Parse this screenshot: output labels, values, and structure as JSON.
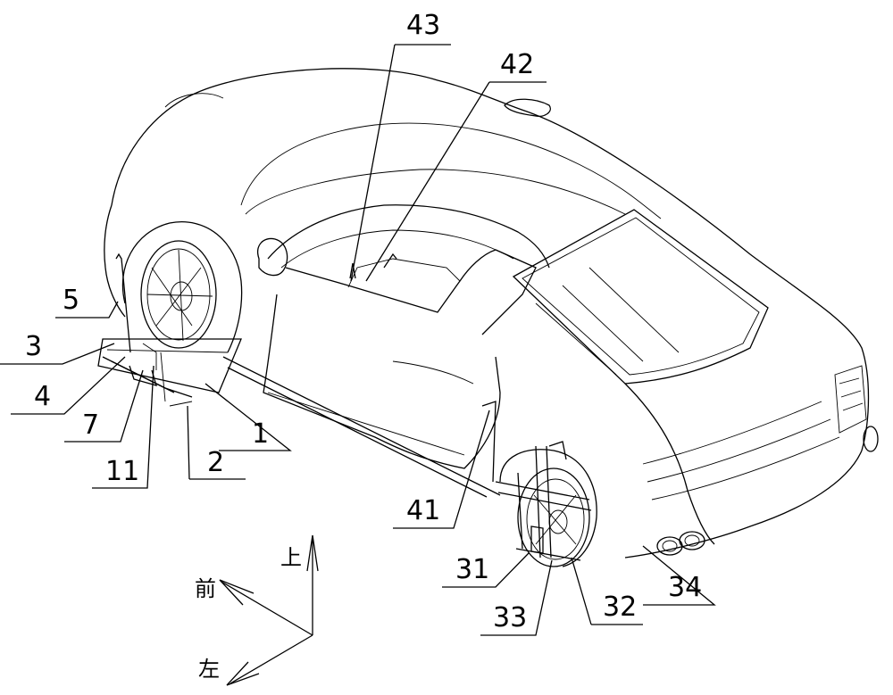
{
  "labels": {
    "l43": "43",
    "l42": "42",
    "l5": "5",
    "l3": "3",
    "l4": "4",
    "l7": "7",
    "l11": "11",
    "l2": "2",
    "l1": "1",
    "l41": "41",
    "l31": "31",
    "l33": "33",
    "l32": "32",
    "l34": "34"
  },
  "directions": {
    "up": "上",
    "front": "前",
    "left": "左"
  }
}
